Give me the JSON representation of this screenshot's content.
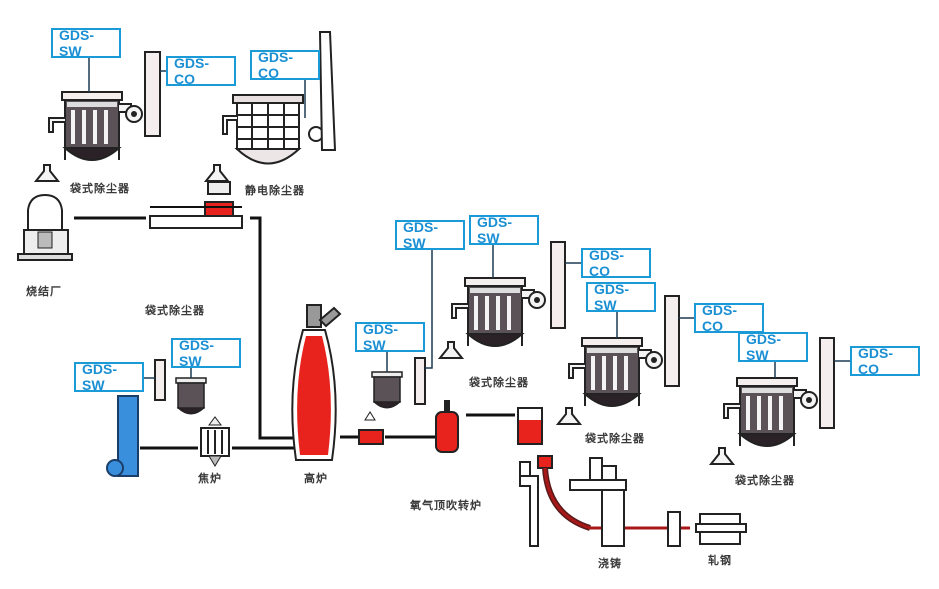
{
  "diagram": {
    "title": "",
    "colors": {
      "sensor_border": "#1a9ad6",
      "sensor_text": "#1a8fd3",
      "furnace_red": "#e8231d",
      "chimney_blue": "#3a8fdc",
      "equipment_gray": "#5a5256",
      "line": "#111111"
    },
    "sensor_tags": [
      {
        "id": "t1",
        "text": "GDS-SW"
      },
      {
        "id": "t2",
        "text": "GDS-CO"
      },
      {
        "id": "t3",
        "text": "GDS-CO"
      },
      {
        "id": "t4",
        "text": "GDS-SW"
      },
      {
        "id": "t5",
        "text": "GDS-SW"
      },
      {
        "id": "t6",
        "text": "GDS-SW"
      },
      {
        "id": "t7",
        "text": "GDS-SW"
      },
      {
        "id": "t8",
        "text": "GDS-SW"
      },
      {
        "id": "t9",
        "text": "GDS-CO"
      },
      {
        "id": "t10",
        "text": "GDS-SW"
      },
      {
        "id": "t11",
        "text": "GDS-CO"
      },
      {
        "id": "t12",
        "text": "GDS-SW"
      },
      {
        "id": "t13",
        "text": "GDS-CO"
      }
    ],
    "equipment_labels": {
      "bag_filter_1": "袋式除尘器",
      "electrostatic_precipitator": "静电除尘器",
      "sintering_plant": "烧结厂",
      "bag_filter_coke": "袋式除尘器",
      "coke_oven": "焦炉",
      "blast_furnace": "高炉",
      "oxygen_converter": "氧气顶吹转炉",
      "bag_filter_2": "袋式除尘器",
      "bag_filter_3": "袋式除尘器",
      "bag_filter_4": "袋式除尘器",
      "continuous_casting": "浇铸",
      "steel_rolling": "轧钢"
    }
  }
}
